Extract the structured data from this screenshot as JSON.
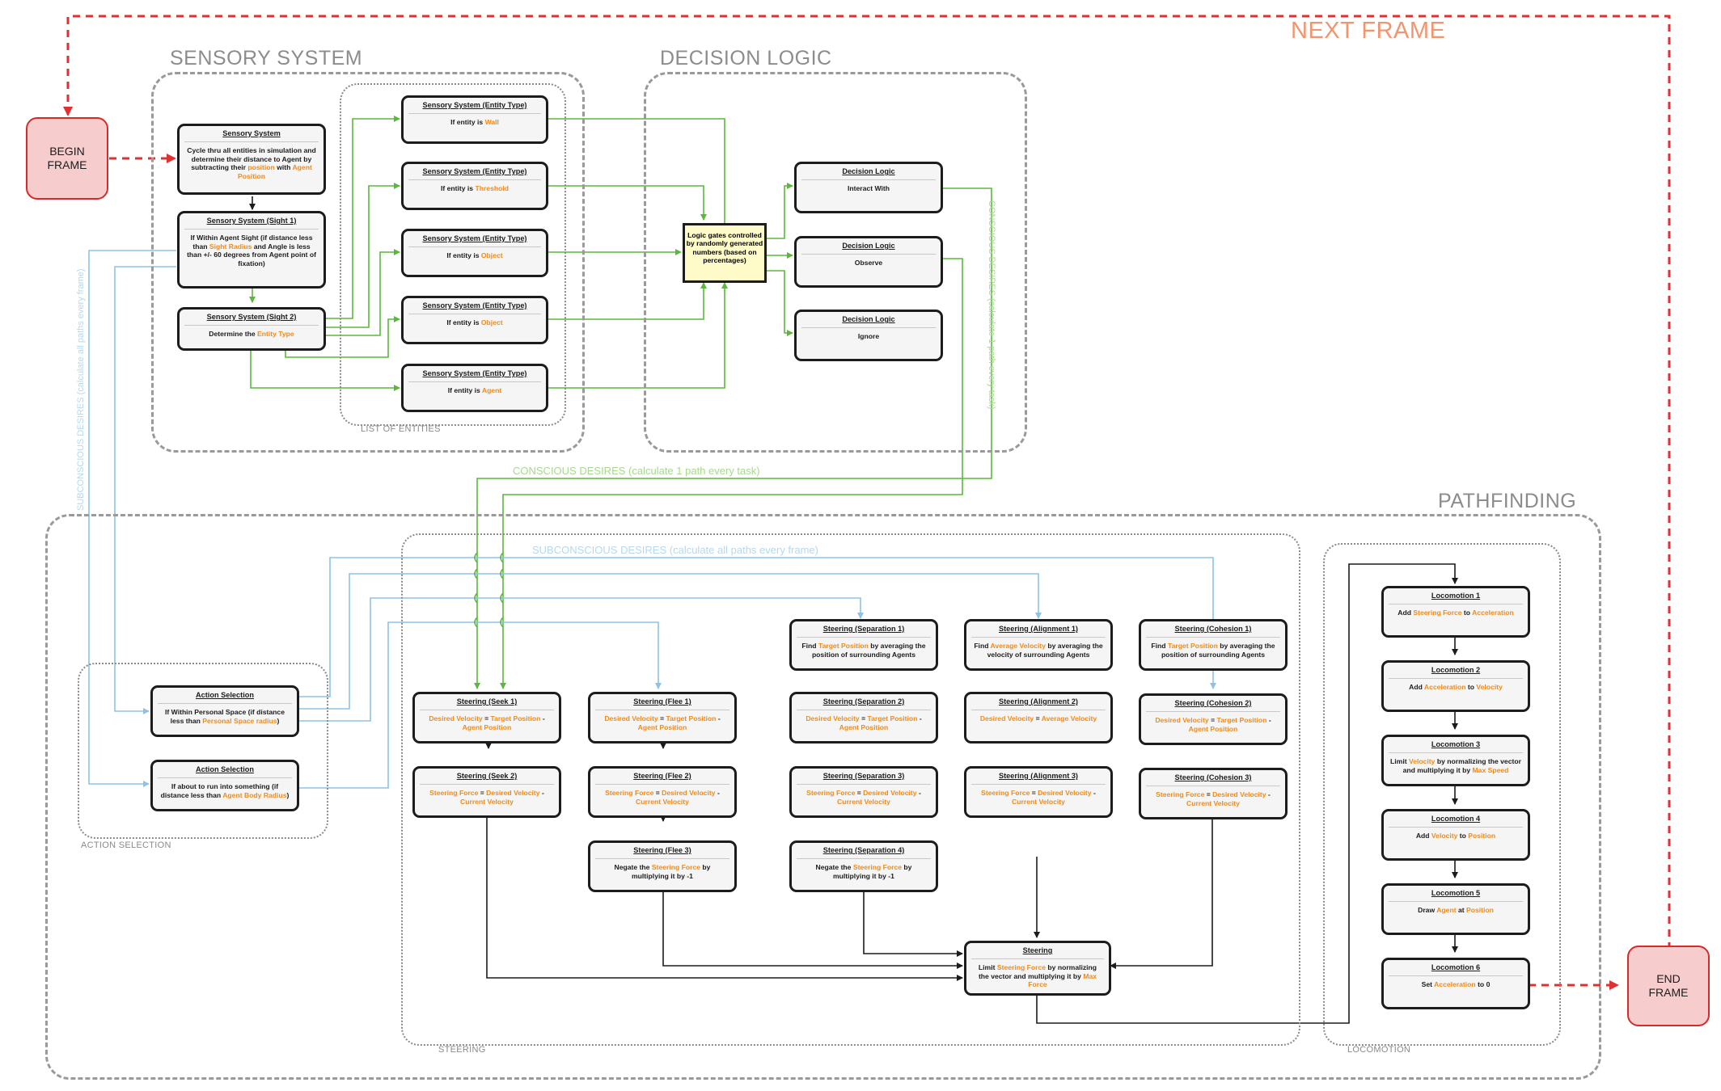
{
  "loop_label": "NEXT FRAME",
  "terminals": {
    "begin": "BEGIN\nFRAME",
    "end": "END\nFRAME"
  },
  "groups": {
    "sensory": "SENSORY SYSTEM",
    "decision": "DECISION LOGIC",
    "pathfinding": "PATHFINDING",
    "entities": "LIST OF ENTITIES",
    "action": "ACTION SELECTION",
    "steering": "STEERING",
    "locomotion": "LOCOMOTION"
  },
  "wire_labels": {
    "conscious_horizontal": "CONSCIOUS DESIRES (calculate 1 path every task)",
    "conscious_vertical": "CONSCIOUS DESIRES (calculate 1 path every task)",
    "subconscious_horizontal": "SUBCONSCIOUS DESIRES (calculate all paths every frame)",
    "subconscious_vertical": "SUBCONSCIOUS DESIRES (calculate all paths every frame)"
  },
  "colors": {
    "green_wire": "#5cb83c",
    "blue_wire": "#8ec3e6",
    "red_loop": "#e03030",
    "highlight": "#f08a1c"
  },
  "gate": {
    "id": "gate",
    "lines": [
      [
        "Logic gates controlled by randomly generated numbers (based on percentages)"
      ]
    ]
  },
  "nodes": [
    {
      "id": "ss",
      "title": "Sensory System",
      "lines": [
        [
          {
            "t": "Cycle thru all entities in simulation and determine their distance to Agent by subtracting their "
          },
          {
            "t": "position",
            "h": true
          },
          {
            "t": " with "
          },
          {
            "t": "Agent Position",
            "h": true
          }
        ]
      ]
    },
    {
      "id": "ss1",
      "title": "Sensory System (Sight 1)",
      "lines": [
        [
          {
            "t": "If Within Agent Sight (if distance less than "
          },
          {
            "t": "Sight Radius",
            "h": true
          },
          {
            "t": " and Angle is less than +/- 60 degrees from Agent point of fixation)"
          }
        ]
      ]
    },
    {
      "id": "ss2",
      "title": "Sensory System (Sight 2)",
      "lines": [
        [
          {
            "t": "Determine the "
          },
          {
            "t": "Entity Type",
            "h": true
          }
        ]
      ]
    },
    {
      "id": "e1",
      "title": "Sensory System (Entity Type)",
      "lines": [
        [
          {
            "t": "If entity is "
          },
          {
            "t": "Wall",
            "h": true
          }
        ]
      ]
    },
    {
      "id": "e2",
      "title": "Sensory System (Entity Type)",
      "lines": [
        [
          {
            "t": "If entity is "
          },
          {
            "t": "Threshold",
            "h": true
          }
        ]
      ]
    },
    {
      "id": "e3",
      "title": "Sensory System (Entity Type)",
      "lines": [
        [
          {
            "t": "If entity is "
          },
          {
            "t": "Object",
            "h": true
          }
        ]
      ]
    },
    {
      "id": "e4",
      "title": "Sensory System (Entity Type)",
      "lines": [
        [
          {
            "t": "If entity is "
          },
          {
            "t": "Object",
            "h": true
          }
        ]
      ]
    },
    {
      "id": "e5",
      "title": "Sensory System (Entity Type)",
      "lines": [
        [
          {
            "t": "If entity is "
          },
          {
            "t": "Agent",
            "h": true
          }
        ]
      ]
    },
    {
      "id": "d1",
      "title": "Decision Logic",
      "lines": [
        [
          {
            "t": "Interact With"
          }
        ]
      ]
    },
    {
      "id": "d2",
      "title": "Decision Logic",
      "lines": [
        [
          {
            "t": "Observe"
          }
        ]
      ]
    },
    {
      "id": "d3",
      "title": "Decision Logic",
      "lines": [
        [
          {
            "t": "Ignore"
          }
        ]
      ]
    },
    {
      "id": "a1",
      "title": "Action Selection",
      "lines": [
        [
          {
            "t": "If Within Personal Space (if distance less than "
          },
          {
            "t": "Personal Space radius",
            "h": true
          },
          {
            "t": ")"
          }
        ]
      ]
    },
    {
      "id": "a2",
      "title": "Action Selection",
      "lines": [
        [
          {
            "t": "If about to run into something (if distance less than "
          },
          {
            "t": "Agent Body Radius",
            "h": true
          },
          {
            "t": ")"
          }
        ]
      ]
    },
    {
      "id": "sk1",
      "title": "Steering (Seek 1)",
      "lines": [
        [
          {
            "t": "Desired Velocity",
            "h": true
          },
          {
            "t": " = "
          },
          {
            "t": "Target Position",
            "h": true
          },
          {
            "t": " - "
          },
          {
            "t": "Agent Position",
            "h": true
          }
        ]
      ]
    },
    {
      "id": "sk2",
      "title": "Steering (Seek 2)",
      "lines": [
        [
          {
            "t": "Steering Force",
            "h": true
          },
          {
            "t": " = "
          },
          {
            "t": "Desired Velocity",
            "h": true
          },
          {
            "t": " - "
          },
          {
            "t": "Current Velocity",
            "h": true
          }
        ]
      ]
    },
    {
      "id": "fl1",
      "title": "Steering (Flee 1)",
      "lines": [
        [
          {
            "t": "Desired Velocity",
            "h": true
          },
          {
            "t": " = "
          },
          {
            "t": "Target Position",
            "h": true
          },
          {
            "t": " - "
          },
          {
            "t": "Agent Position",
            "h": true
          }
        ]
      ]
    },
    {
      "id": "fl2",
      "title": "Steering (Flee 2)",
      "lines": [
        [
          {
            "t": "Steering Force",
            "h": true
          },
          {
            "t": " = "
          },
          {
            "t": "Desired Velocity",
            "h": true
          },
          {
            "t": " - "
          },
          {
            "t": "Current Velocity",
            "h": true
          }
        ]
      ]
    },
    {
      "id": "fl3",
      "title": "Steering (Flee 3)",
      "lines": [
        [
          {
            "t": "Negate the "
          },
          {
            "t": "Steering Force",
            "h": true
          },
          {
            "t": " by multiplying it by -1"
          }
        ]
      ]
    },
    {
      "id": "sp1",
      "title": "Steering (Separation 1)",
      "lines": [
        [
          {
            "t": "Find "
          },
          {
            "t": "Target Position",
            "h": true
          },
          {
            "t": " by averaging the position of surrounding Agents"
          }
        ]
      ]
    },
    {
      "id": "sp2",
      "title": "Steering (Separation 2)",
      "lines": [
        [
          {
            "t": "Desired Velocity",
            "h": true
          },
          {
            "t": " = "
          },
          {
            "t": "Target Position",
            "h": true
          },
          {
            "t": " - "
          },
          {
            "t": "Agent Position",
            "h": true
          }
        ]
      ]
    },
    {
      "id": "sp3",
      "title": "Steering (Separation 3)",
      "lines": [
        [
          {
            "t": "Steering Force",
            "h": true
          },
          {
            "t": " = "
          },
          {
            "t": "Desired Velocity",
            "h": true
          },
          {
            "t": " - "
          },
          {
            "t": "Current Velocity",
            "h": true
          }
        ]
      ]
    },
    {
      "id": "sp4",
      "title": "Steering (Separation 4)",
      "lines": [
        [
          {
            "t": "Negate the "
          },
          {
            "t": "Steering Force",
            "h": true
          },
          {
            "t": " by multiplying it by -1"
          }
        ]
      ]
    },
    {
      "id": "al1",
      "title": "Steering (Alignment 1)",
      "lines": [
        [
          {
            "t": "Find "
          },
          {
            "t": "Average Velocity",
            "h": true
          },
          {
            "t": " by averaging the velocity of surrounding Agents"
          }
        ]
      ]
    },
    {
      "id": "al2",
      "title": "Steering (Alignment 2)",
      "lines": [
        [
          {
            "t": "Desired Velocity",
            "h": true
          },
          {
            "t": " = "
          },
          {
            "t": "Average Velocity",
            "h": true
          }
        ]
      ]
    },
    {
      "id": "al3",
      "title": "Steering (Alignment 3)",
      "lines": [
        [
          {
            "t": "Steering Force",
            "h": true
          },
          {
            "t": " = "
          },
          {
            "t": "Desired Velocity",
            "h": true
          },
          {
            "t": " - "
          },
          {
            "t": "Current Velocity",
            "h": true
          }
        ]
      ]
    },
    {
      "id": "co1",
      "title": "Steering (Cohesion 1)",
      "lines": [
        [
          {
            "t": "Find "
          },
          {
            "t": "Target Position",
            "h": true
          },
          {
            "t": " by averaging the position of surrounding Agents"
          }
        ]
      ]
    },
    {
      "id": "co2",
      "title": "Steering (Cohesion 2)",
      "lines": [
        [
          {
            "t": "Desired Velocity",
            "h": true
          },
          {
            "t": " = "
          },
          {
            "t": "Target Position",
            "h": true
          },
          {
            "t": " - "
          },
          {
            "t": "Agent Position",
            "h": true
          }
        ]
      ]
    },
    {
      "id": "co3",
      "title": "Steering (Cohesion 3)",
      "lines": [
        [
          {
            "t": "Steering Force",
            "h": true
          },
          {
            "t": " = "
          },
          {
            "t": "Desired Velocity",
            "h": true
          },
          {
            "t": " - "
          },
          {
            "t": "Current Velocity",
            "h": true
          }
        ]
      ]
    },
    {
      "id": "st",
      "title": "Steering",
      "lines": [
        [
          {
            "t": "Limit "
          },
          {
            "t": "Steering Force",
            "h": true
          },
          {
            "t": " by normalizing the vector and multiplying it by "
          },
          {
            "t": "Max Force",
            "h": true
          }
        ]
      ]
    },
    {
      "id": "lo1",
      "title": "Locomotion 1",
      "lines": [
        [
          {
            "t": "Add "
          },
          {
            "t": "Steering Force",
            "h": true
          },
          {
            "t": " to "
          },
          {
            "t": "Acceleration",
            "h": true
          }
        ]
      ]
    },
    {
      "id": "lo2",
      "title": "Locomotion 2",
      "lines": [
        [
          {
            "t": "Add "
          },
          {
            "t": "Acceleration",
            "h": true
          },
          {
            "t": " to "
          },
          {
            "t": "Velocity",
            "h": true
          }
        ]
      ]
    },
    {
      "id": "lo3",
      "title": "Locomotion 3",
      "lines": [
        [
          {
            "t": "Limit "
          },
          {
            "t": "Velocity",
            "h": true
          },
          {
            "t": " by normalizing the vector and multiplying it by "
          },
          {
            "t": "Max Speed",
            "h": true
          }
        ]
      ]
    },
    {
      "id": "lo4",
      "title": "Locomotion 4",
      "lines": [
        [
          {
            "t": "Add "
          },
          {
            "t": "Velocity",
            "h": true
          },
          {
            "t": " to "
          },
          {
            "t": "Position",
            "h": true
          }
        ]
      ]
    },
    {
      "id": "lo5",
      "title": "Locomotion 5",
      "lines": [
        [
          {
            "t": "Draw "
          },
          {
            "t": "Agent",
            "h": true
          },
          {
            "t": " at "
          },
          {
            "t": "Position",
            "h": true
          }
        ]
      ]
    },
    {
      "id": "lo6",
      "title": "Locomotion 6",
      "lines": [
        [
          {
            "t": "Set "
          },
          {
            "t": "Acceleration",
            "h": true
          },
          {
            "t": " to 0"
          }
        ]
      ]
    }
  ]
}
